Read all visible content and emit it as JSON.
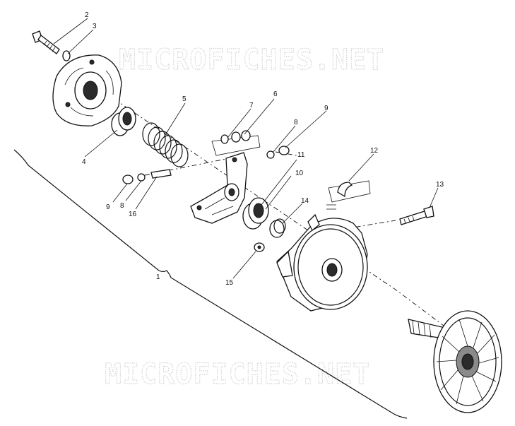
{
  "diagram": {
    "watermarks": [
      "MICROFICHES.NET",
      "MICROFICHES.NET"
    ],
    "callouts": [
      "1",
      "2",
      "3",
      "4",
      "5",
      "6",
      "7",
      "8",
      "9",
      "9",
      "8",
      "16",
      "10",
      "11",
      "12",
      "13",
      "14",
      "15"
    ]
  },
  "colors": {
    "ink": "#111111",
    "watermark": "#cfcfcf",
    "background": "#ffffff"
  }
}
